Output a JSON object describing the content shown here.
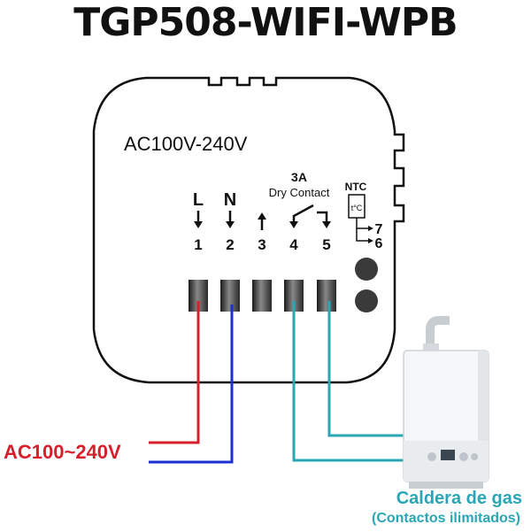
{
  "title": "TGP508-WIFI-WPB",
  "device": {
    "voltage_label": "AC100V-240V",
    "relay_rating": "3A",
    "relay_type": "Dry Contact",
    "ntc_label": "NTC",
    "ntc_symbol": "t°C",
    "live_letter": "L",
    "neutral_letter": "N",
    "terminals": [
      "1",
      "2",
      "3",
      "4",
      "5"
    ],
    "ntc_terminals": [
      "7",
      "6"
    ]
  },
  "supply_label": "AC100~240V",
  "boiler": {
    "name": "Caldera de gas",
    "note": "(Contactos ilimitados)"
  },
  "colors": {
    "live": "#d8202c",
    "neutral": "#1c2fcf",
    "contact": "#2aa6b6",
    "outline": "#111111"
  }
}
